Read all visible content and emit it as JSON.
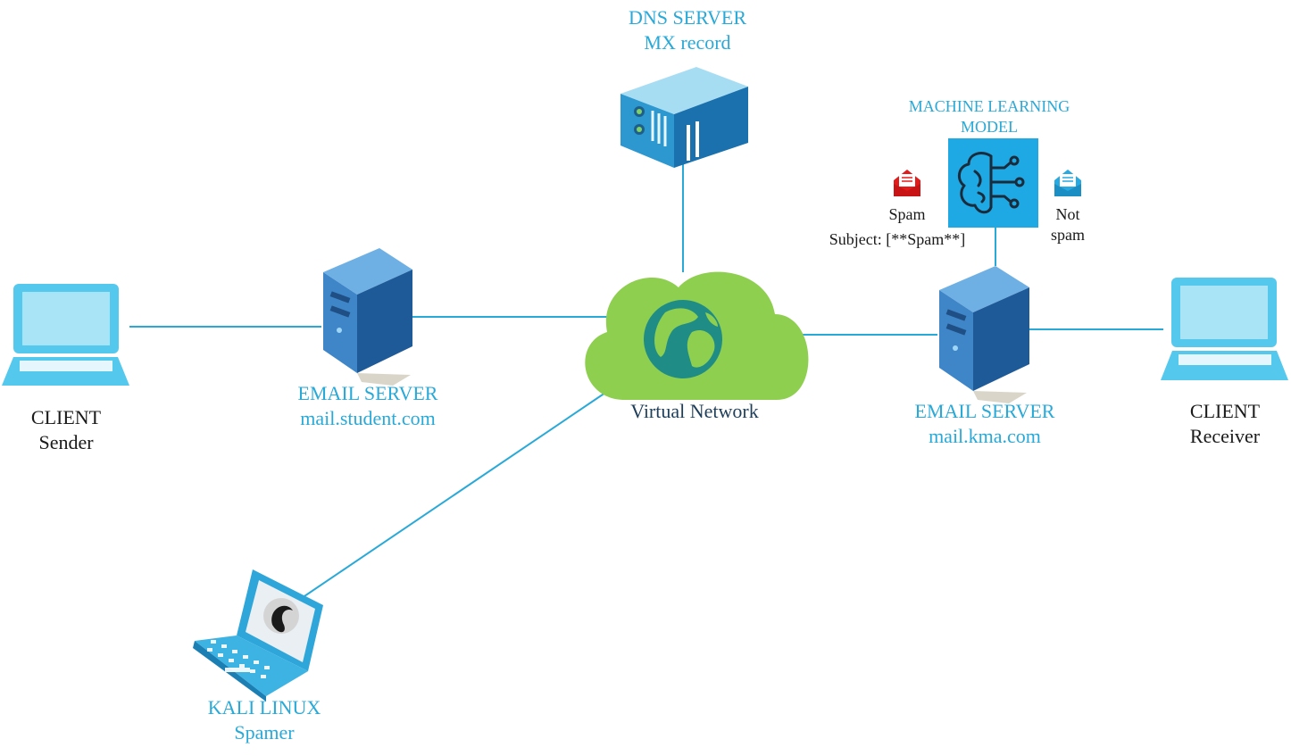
{
  "dns_server": {
    "title": "DNS SERVER",
    "subtitle": "MX record"
  },
  "ml_model": {
    "title_line1": "MACHINE LEARNING",
    "title_line2": "MODEL"
  },
  "spam": {
    "label": "Spam",
    "subject": "Subject: [**Spam**]"
  },
  "not_spam": {
    "line1": "Not",
    "line2": "spam"
  },
  "sender_client": {
    "title": "CLIENT",
    "subtitle": "Sender"
  },
  "sender_server": {
    "title": "EMAIL SERVER",
    "subtitle": "mail.student.com"
  },
  "cloud": {
    "label": "Virtual Network"
  },
  "receiver_server": {
    "title": "EMAIL SERVER",
    "subtitle": "mail.kma.com"
  },
  "receiver_client": {
    "title": "CLIENT",
    "subtitle": "Receiver"
  },
  "attacker": {
    "title": "KALI LINUX",
    "subtitle": "Spamer"
  },
  "colors": {
    "link": "#29a9d8",
    "cloud": "#8ecf4f",
    "server": "#3b80c4",
    "laptop": "#55c8ee",
    "spam_icon": "#e21b1b",
    "not_spam_icon": "#27a9e1"
  }
}
